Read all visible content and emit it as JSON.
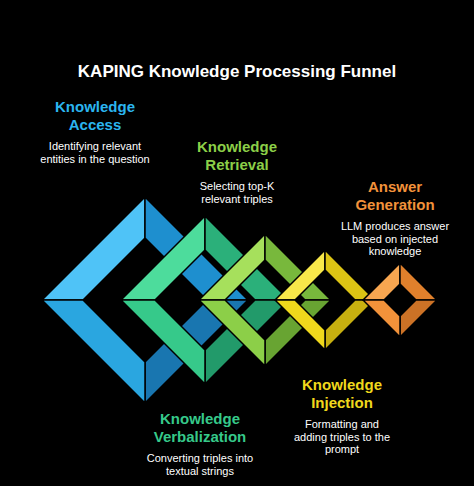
{
  "diagram": {
    "title": "KAPING Knowledge Processing Funnel",
    "nodes": [
      {
        "text": [
          "Knowledge Access",
          "Identifying relevant entities in the question"
        ]
      },
      {
        "text": [
          "Knowledge Verbalization",
          "Converting triples into textual strings"
        ]
      },
      {
        "text": [
          "Knowledge Retrieval",
          "Selecting top-K relevant triples"
        ]
      },
      {
        "text": [
          "Knowledge Injection",
          "Formatting and adding triples to the prompt"
        ]
      },
      {
        "text": [
          "Answer Generation",
          "LLM produces answer based on injected knowledge"
        ]
      }
    ]
  }
}
